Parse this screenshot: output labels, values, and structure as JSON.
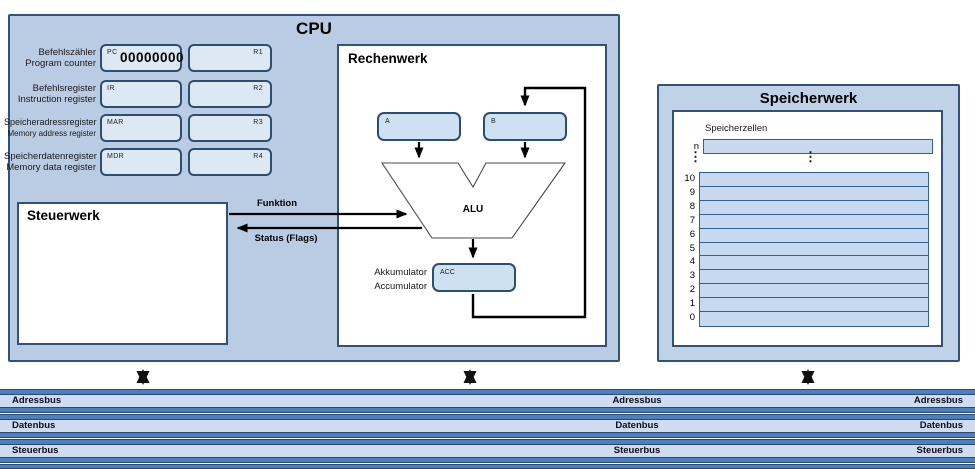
{
  "cpu": {
    "title": "CPU",
    "registers": {
      "rows": [
        {
          "label_de": "Befehlszähler",
          "label_en": "Program counter",
          "reg": "PC",
          "value": "00000000",
          "right": "R1"
        },
        {
          "label_de": "Befehlsregister",
          "label_en": "Instruction register",
          "reg": "IR",
          "value": "",
          "right": "R2"
        },
        {
          "label_de": "Speicheradressregister",
          "label_en": "Memory address register",
          "reg": "MAR",
          "value": "",
          "right": "R3"
        },
        {
          "label_de": "Speicherdatenregister",
          "label_en": "Memory data register",
          "reg": "MDR",
          "value": "",
          "right": "R4"
        }
      ]
    },
    "steuerwerk": {
      "title": "Steuerwerk"
    },
    "rechenwerk": {
      "title": "Rechenwerk",
      "input_a": "A",
      "input_b": "B",
      "alu_label": "ALU",
      "acc_tag": "ACC",
      "acc_label_de": "Akkumulator",
      "acc_label_en": "Accumulator",
      "funktion_label": "Funktion",
      "status_label": "Status (Flags)"
    }
  },
  "speicherwerk": {
    "title": "Speicherwerk",
    "cells_label": "Speicherzellen",
    "row_n": "n",
    "ellipsis": "⋮",
    "rows": [
      "10",
      "9",
      "8",
      "7",
      "6",
      "5",
      "4",
      "3",
      "2",
      "1",
      "0"
    ]
  },
  "buses": {
    "bands": [
      "Adressbus",
      "Datenbus",
      "Steuerbus"
    ]
  },
  "colors": {
    "block_fill": "#b9cce4",
    "block_border": "#33527a",
    "register_fill": "#dce8f4",
    "register_border": "#2e4e6e",
    "memory_row_fill": "#c6d9f0",
    "bus_stripe": "#4d7ebd",
    "bus_light": "#cfdcef",
    "line_color": "#000000"
  }
}
